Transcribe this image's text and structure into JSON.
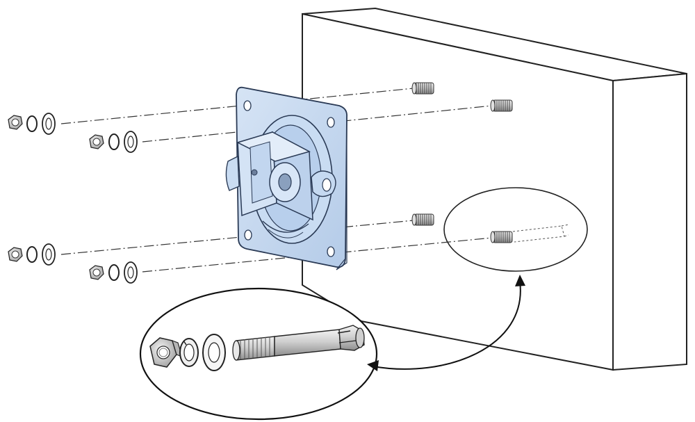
{
  "diagram": {
    "kind": "exploded-assembly",
    "parts": [
      "wall-block",
      "mounting-plate",
      "threaded-stud",
      "hex-nut",
      "lock-washer",
      "flat-washer",
      "expansion-anchor-bolt"
    ],
    "fastener_groups": 4,
    "callout": "anchor-detail-magnified"
  },
  "colors": {
    "outline": "#222222",
    "wall_fill": "#ffffff",
    "plate_fill": "#c5d9f1",
    "plate_shade": "#a9c2e2",
    "metal_light": "#e6e6e6",
    "metal_dark": "#9a9a9a",
    "centerline": "#333333"
  }
}
